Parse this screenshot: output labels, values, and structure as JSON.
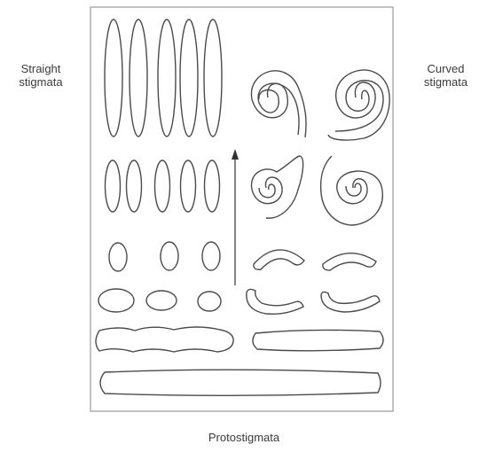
{
  "labels": {
    "straight": [
      "Straight",
      "stigmata"
    ],
    "curved": [
      "Curved",
      "stigmata"
    ],
    "proto": "Protostigmata"
  }
}
